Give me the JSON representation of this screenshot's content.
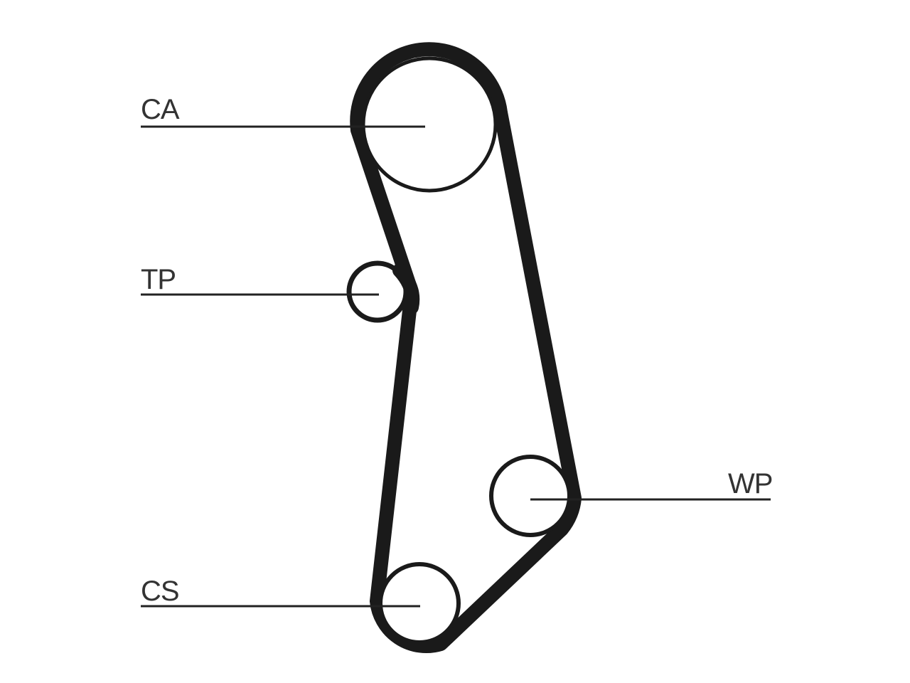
{
  "diagram": {
    "type": "timing-belt-layout",
    "labels": {
      "camshaft": "CA",
      "tensioner": "TP",
      "water_pump": "WP",
      "crankshaft": "CS"
    }
  }
}
